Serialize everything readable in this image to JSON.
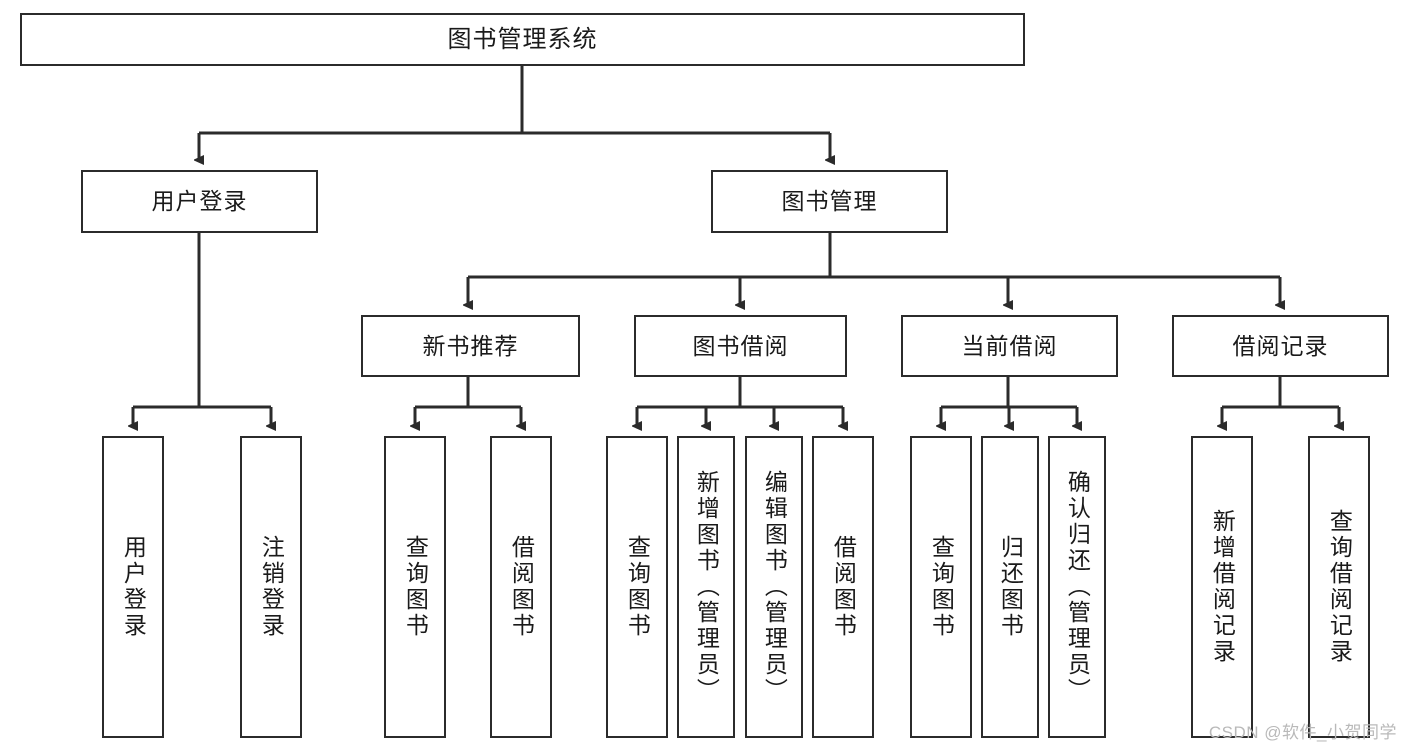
{
  "diagram": {
    "type": "tree",
    "title": "图书管理系统",
    "watermark": "CSDN @软件_小贺同学",
    "colors": {
      "stroke": "#2b2b2b",
      "fill": "#ffffff",
      "text": "#1a1a1a",
      "watermark": "#b9b9b9"
    },
    "root": {
      "label": "图书管理系统"
    },
    "level1": [
      {
        "id": "user-login",
        "label": "用户登录"
      },
      {
        "id": "book-manage",
        "label": "图书管理"
      }
    ],
    "level2": [
      {
        "id": "new-book-recommend",
        "label": "新书推荐"
      },
      {
        "id": "book-borrow",
        "label": "图书借阅"
      },
      {
        "id": "current-borrow",
        "label": "当前借阅"
      },
      {
        "id": "borrow-record",
        "label": "借阅记录"
      }
    ],
    "leaves": {
      "user_login": [
        {
          "id": "leaf-user-login",
          "label": "用户登录"
        },
        {
          "id": "leaf-logout-login",
          "label": "注销登录"
        }
      ],
      "new_book_recommend": [
        {
          "id": "leaf-query-book-1",
          "label": "查询图书"
        },
        {
          "id": "leaf-borrow-book-1",
          "label": "借阅图书"
        }
      ],
      "book_borrow": [
        {
          "id": "leaf-query-book-2",
          "label": "查询图书"
        },
        {
          "id": "leaf-add-book-admin",
          "label": "新增图书（管理员）"
        },
        {
          "id": "leaf-edit-book-admin",
          "label": "编辑图书（管理员）"
        },
        {
          "id": "leaf-borrow-book-2",
          "label": "借阅图书"
        }
      ],
      "current_borrow": [
        {
          "id": "leaf-query-book-3",
          "label": "查询图书"
        },
        {
          "id": "leaf-return-book",
          "label": "归还图书"
        },
        {
          "id": "leaf-confirm-return-admin",
          "label": "确认归还（管理员）"
        }
      ],
      "borrow_record": [
        {
          "id": "leaf-add-borrow-record",
          "label": "新增借阅记录"
        },
        {
          "id": "leaf-query-borrow-record",
          "label": "查询借阅记录"
        }
      ]
    }
  }
}
